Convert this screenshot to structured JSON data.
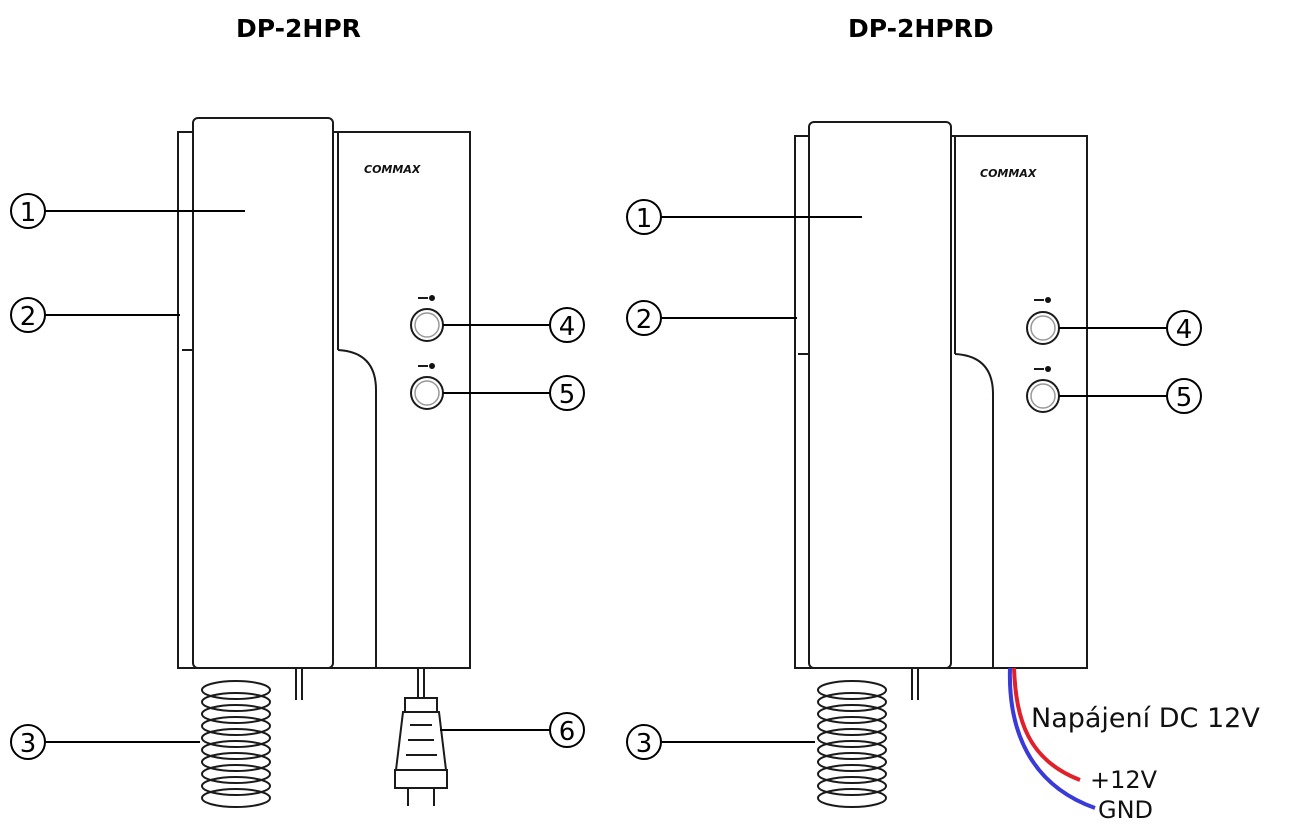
{
  "models": [
    {
      "title": "DP-2HPR",
      "brand": "COMMAX"
    },
    {
      "title": "DP-2HPRD",
      "brand": "COMMAX"
    }
  ],
  "callouts": [
    "1",
    "2",
    "3",
    "4",
    "5",
    "6"
  ],
  "power": {
    "label": "Napájení DC 12V",
    "positive": "+12V",
    "ground": "GND",
    "positive_color": "#e0202a",
    "ground_color": "#3a3ad8"
  },
  "icons": [
    "key-icon",
    "key-icon"
  ]
}
